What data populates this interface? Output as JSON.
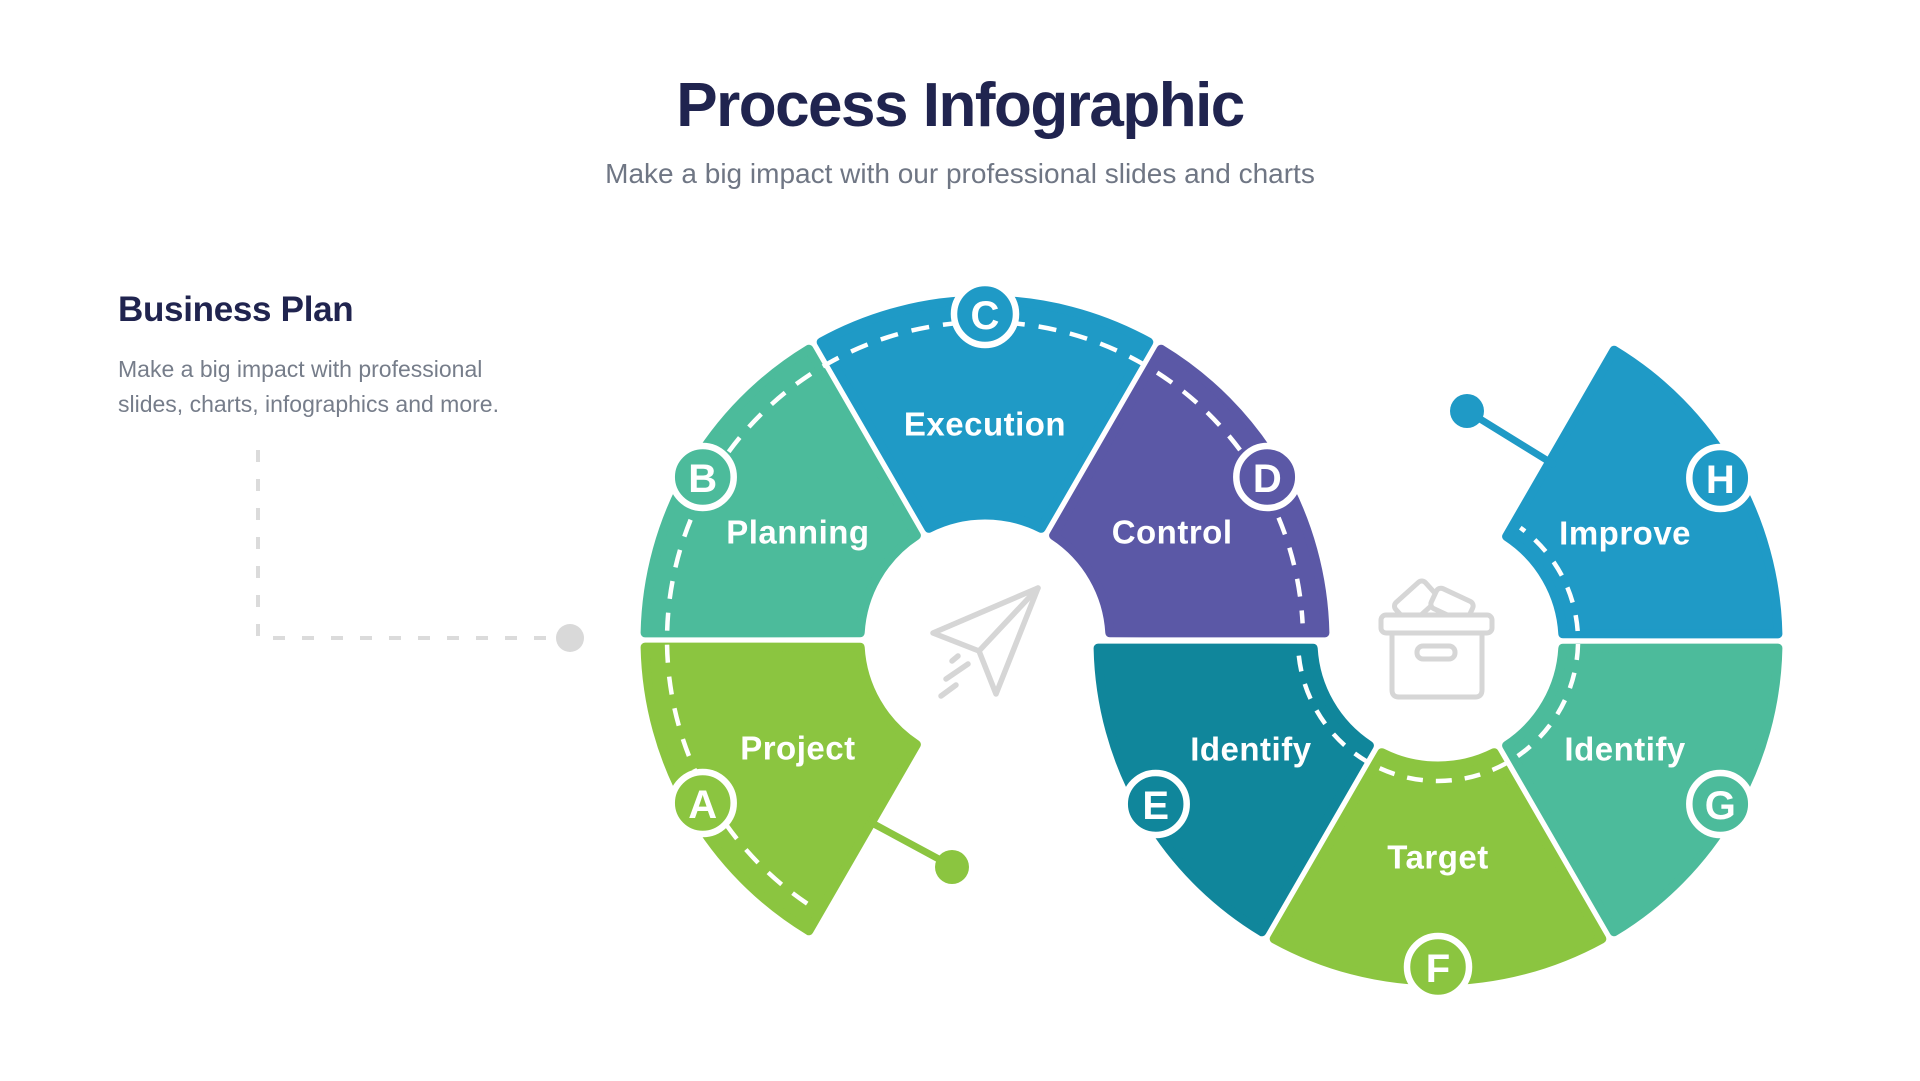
{
  "header": {
    "title": "Process Infographic",
    "subtitle": "Make a big impact with our professional slides and charts"
  },
  "side_panel": {
    "heading": "Business Plan",
    "description_line1": "Make a big impact with professional",
    "description_line2": "slides, charts, infographics and more."
  },
  "palette": {
    "navy": "#20244F",
    "gray_text": "#6F7684",
    "lime": "#8BC540",
    "green": "#4CBB9B",
    "blue": "#1F9AC6",
    "purple": "#5B58A6",
    "dark_teal": "#10869B",
    "icon_gray": "#D6D6D6",
    "connector_gray": "#DBDBDB",
    "connector_dot_gray": "#D9D9D9",
    "dash_white": "#FFFFFF"
  },
  "diagram": {
    "left_circle": {
      "segments": [
        {
          "label": "Project",
          "letter": "A",
          "color_key": "lime",
          "start_angle": 180
        },
        {
          "label": "Planning",
          "letter": "B",
          "color_key": "green",
          "start_angle": 120
        },
        {
          "label": "Execution",
          "letter": "C",
          "color_key": "blue",
          "start_angle": 60
        },
        {
          "label": "Control",
          "letter": "D",
          "color_key": "purple",
          "start_angle": 0
        }
      ]
    },
    "right_circle": {
      "segments": [
        {
          "label": "Identify",
          "letter": "E",
          "color_key": "dark_teal",
          "start_angle": 180
        },
        {
          "label": "Target",
          "letter": "F",
          "color_key": "lime",
          "start_angle": 240
        },
        {
          "label": "Identify",
          "letter": "G",
          "color_key": "green",
          "start_angle": 300
        },
        {
          "label": "Improve",
          "letter": "H",
          "color_key": "blue",
          "start_angle": 0
        }
      ]
    },
    "accents": {
      "project_dot_color_key": "lime",
      "improve_dot_color_key": "blue"
    },
    "center_icons": {
      "left": "paper-plane-icon",
      "right": "archive-box-icon"
    }
  }
}
